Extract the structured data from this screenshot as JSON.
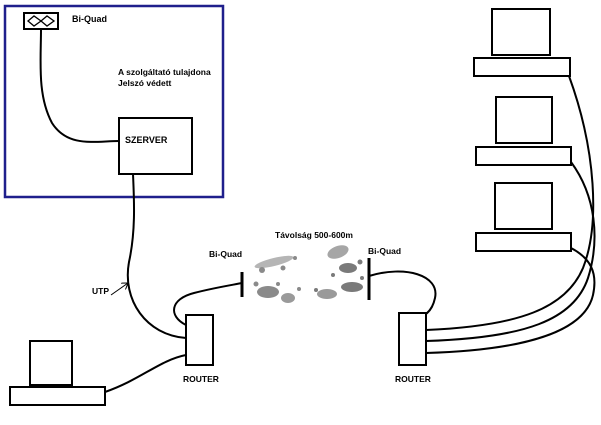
{
  "colors": {
    "background": "#ffffff",
    "ink": "#000000",
    "zone_border": "#1f1f8c",
    "signal": "#7a7a7a"
  },
  "provider_zone": {
    "antenna_label": "Bi-Quad",
    "note_line1": "A szolgáltató tulajdona",
    "note_line2": "Jelszó védett",
    "server_label": "SZERVER"
  },
  "cable_label": "UTP",
  "link": {
    "distance_label": "Távolság 500-600m",
    "left_antenna_label": "Bi-Quad",
    "right_antenna_label": "Bi-Quad"
  },
  "routers": {
    "left_label": "ROUTER",
    "right_label": "ROUTER"
  },
  "clients": {
    "left_count": 1,
    "right_count": 3
  },
  "icons": {
    "biquad_symbol": "double-diamond-antenna-icon",
    "arrow": "arrow-icon"
  }
}
